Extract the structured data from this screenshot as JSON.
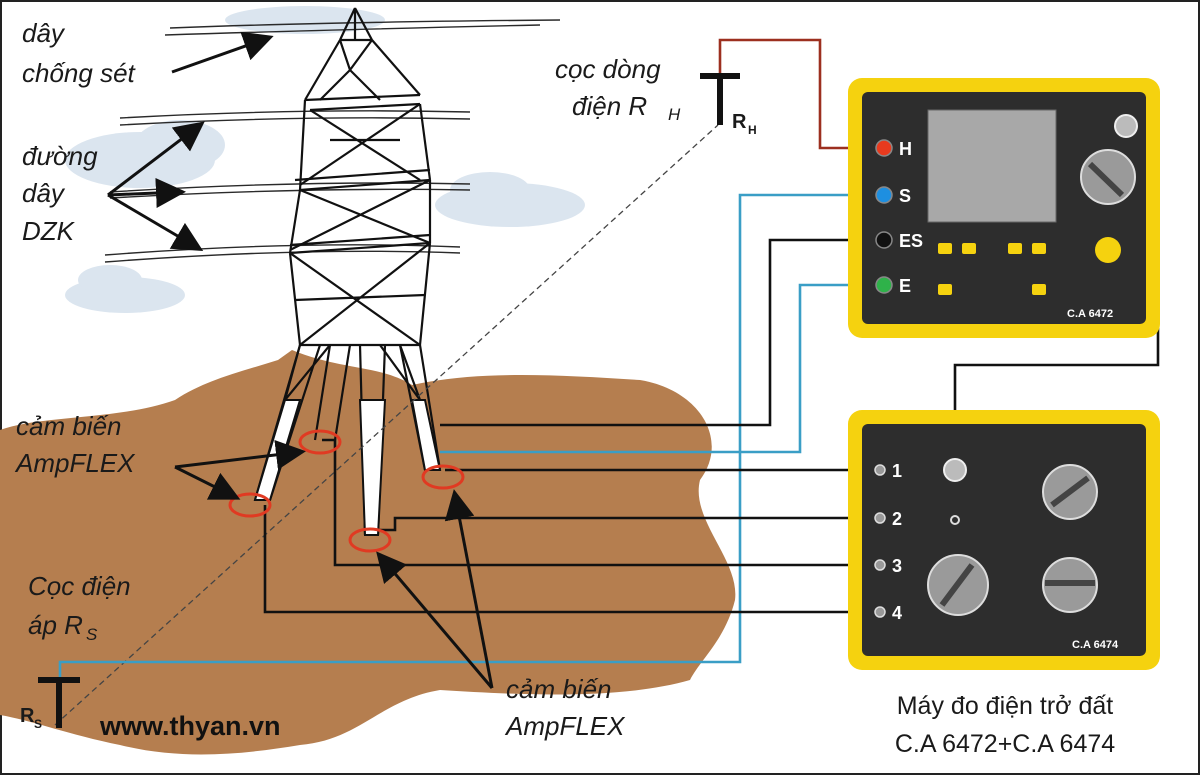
{
  "labels": {
    "lightning_wire": [
      "dây",
      "chống sét"
    ],
    "power_lines": [
      "đường",
      "dây",
      "DZK"
    ],
    "sensor_left": [
      "cảm biến",
      "AmpFLEX"
    ],
    "sensor_bottom": [
      "cảm biến",
      "AmpFLEX"
    ],
    "voltage_stake": [
      "Cọc điện",
      "áp R"
    ],
    "voltage_stake_sub": "S",
    "current_stake": [
      "cọc dòng",
      "điện R"
    ],
    "current_stake_sub": "H"
  },
  "stakes": {
    "rh_letter": "R",
    "rh_sub": "H",
    "rs_letter": "R",
    "rs_sub": "S"
  },
  "meter_top": {
    "terminals": [
      {
        "label": "H",
        "color": "#e83a1e"
      },
      {
        "label": "S",
        "color": "#1e8fe0"
      },
      {
        "label": "ES",
        "color": "#111111"
      },
      {
        "label": "E",
        "color": "#2fb24a"
      }
    ],
    "model": "C.A 6472"
  },
  "meter_bottom": {
    "terminals": [
      "1",
      "2",
      "3",
      "4"
    ],
    "model": "C.A 6474"
  },
  "website": "www.thyan.vn",
  "caption": [
    "Máy đo điện trở đất",
    "C.A 6472+C.A 6474"
  ],
  "colors": {
    "soil": "#b57e4f",
    "device_frame": "#f5d20f",
    "device_body": "#2d2d2d",
    "wire_red": "#9c2f1f",
    "wire_blue": "#3a9ec6",
    "sensor_ring": "#e03a22"
  }
}
